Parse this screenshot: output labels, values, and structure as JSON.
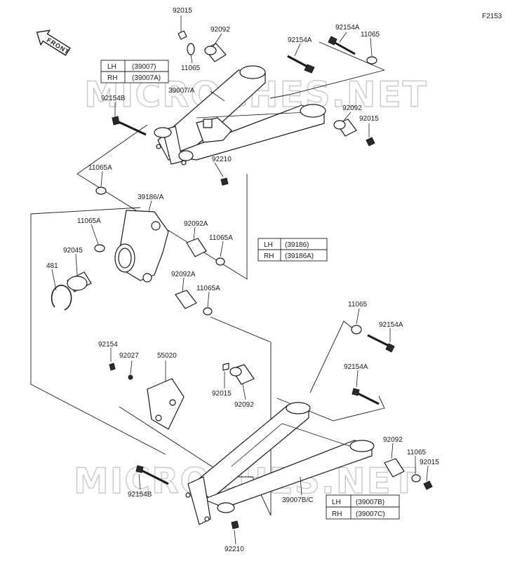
{
  "figure_code": "F2153",
  "direction_label": "FRONT",
  "watermark": "MICROCHES.NET",
  "tables": [
    {
      "rows": [
        [
          "LH",
          "(39007)"
        ],
        [
          "RH",
          "(39007A)"
        ]
      ]
    },
    {
      "rows": [
        [
          "LH",
          "(39186)"
        ],
        [
          "RH",
          "(39186A)"
        ]
      ]
    },
    {
      "rows": [
        [
          "LH",
          "(39007B)"
        ],
        [
          "RH",
          "(39007C)"
        ]
      ]
    }
  ],
  "callouts": [
    "92015",
    "92092",
    "11065",
    "92154A",
    "92154A",
    "11065",
    "39007/A",
    "92154B",
    "92092",
    "92015",
    "92210",
    "11065A",
    "39186/A",
    "11065A",
    "92092A",
    "11065A",
    "92045",
    "481",
    "92092A",
    "11065A",
    "11065",
    "92154A",
    "92154",
    "92027",
    "55020",
    "92154A",
    "92015",
    "92092",
    "92092",
    "11065",
    "92015",
    "92154B",
    "39007B/C",
    "92210"
  ]
}
